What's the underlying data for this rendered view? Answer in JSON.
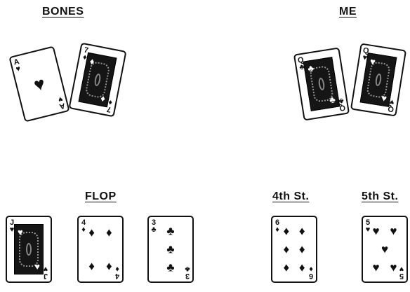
{
  "labels": {
    "bones": "BONES",
    "me": "ME",
    "flop": "FLOP",
    "fourth": "4th St.",
    "fifth": "5th St."
  },
  "cards": {
    "bones_1": {
      "rank": "A",
      "suit": "♥"
    },
    "bones_2": {
      "rank": "7",
      "suit": "♦"
    },
    "me_1": {
      "rank": "Q",
      "suit": "♣"
    },
    "me_2": {
      "rank": "Q",
      "suit": "♥"
    },
    "flop_1": {
      "rank": "J",
      "suit": "♥"
    },
    "flop_2": {
      "rank": "4",
      "suit": "♦"
    },
    "flop_3": {
      "rank": "3",
      "suit": "♣"
    },
    "fourth": {
      "rank": "6",
      "suit": "♦"
    },
    "fifth": {
      "rank": "5",
      "suit": "♥"
    }
  }
}
